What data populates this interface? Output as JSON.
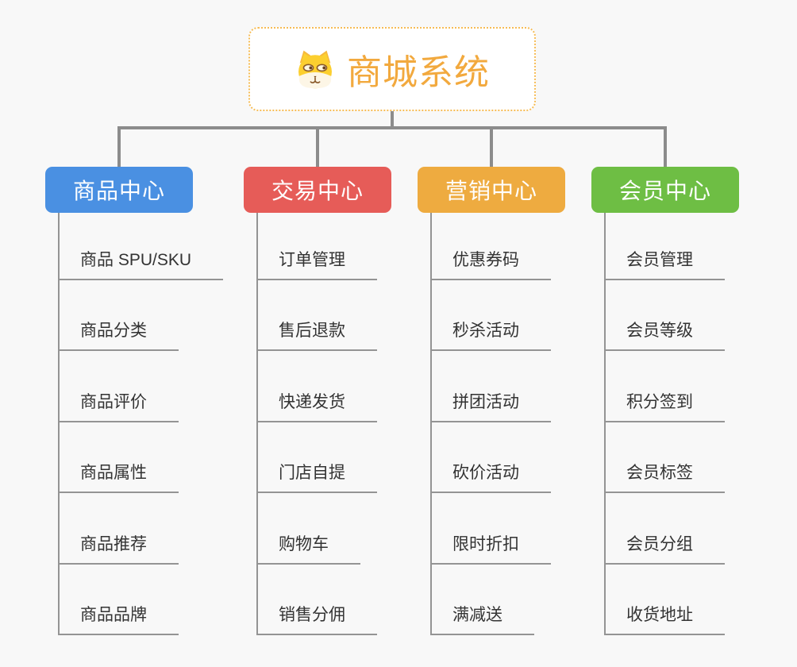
{
  "page": {
    "background": "#F8F8F8",
    "connector_color": "#8C8C8C"
  },
  "root": {
    "title": "商城系统",
    "icon": "dog-face-icon",
    "text_color": "#F2A93E",
    "border_color": "#F6BC55"
  },
  "branches": [
    {
      "label": "商品中心",
      "color": "#4A90E2",
      "children": [
        "商品 SPU/SKU",
        "商品分类",
        "商品评价",
        "商品属性",
        "商品推荐",
        "商品品牌"
      ]
    },
    {
      "label": "交易中心",
      "color": "#E65C58",
      "children": [
        "订单管理",
        "售后退款",
        "快递发货",
        "门店自提",
        "购物车",
        "销售分佣"
      ]
    },
    {
      "label": "营销中心",
      "color": "#EEAB40",
      "children": [
        "优惠券码",
        "秒杀活动",
        "拼团活动",
        "砍价活动",
        "限时折扣",
        "满减送"
      ]
    },
    {
      "label": "会员中心",
      "color": "#6EBE44",
      "children": [
        "会员管理",
        "会员等级",
        "积分签到",
        "会员标签",
        "会员分组",
        "收货地址"
      ]
    }
  ]
}
